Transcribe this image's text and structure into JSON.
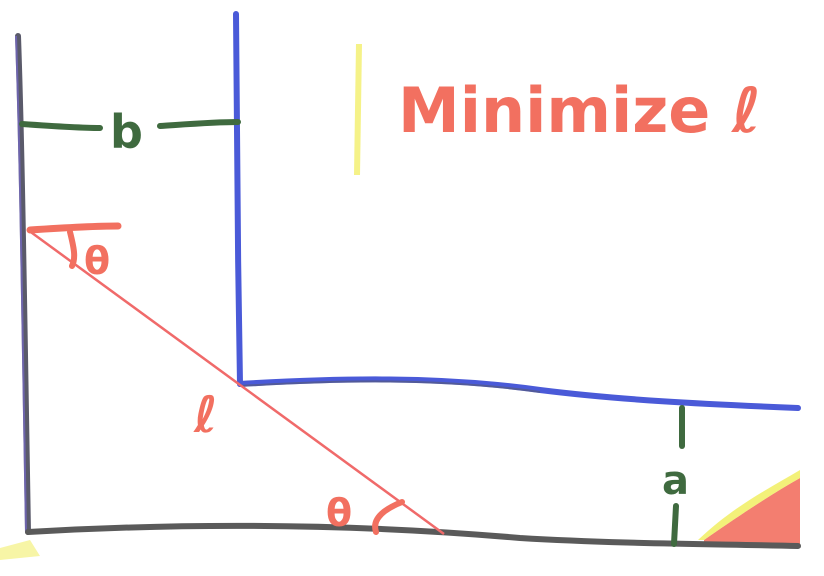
{
  "title": "Minimize ℓ",
  "labels": {
    "b": "b",
    "a": "a",
    "ell": "ℓ",
    "theta_top": "θ",
    "theta_bottom": "θ"
  },
  "colors": {
    "wall_gray": "#5a5a5a",
    "wall_blue": "#4a5ad8",
    "ladder_red": "#f06a6a",
    "annotation_red": "#f27060",
    "dimension_green": "#3f6a3f",
    "highlight_yellow": "#f2ef6a",
    "background": "#ffffff"
  }
}
